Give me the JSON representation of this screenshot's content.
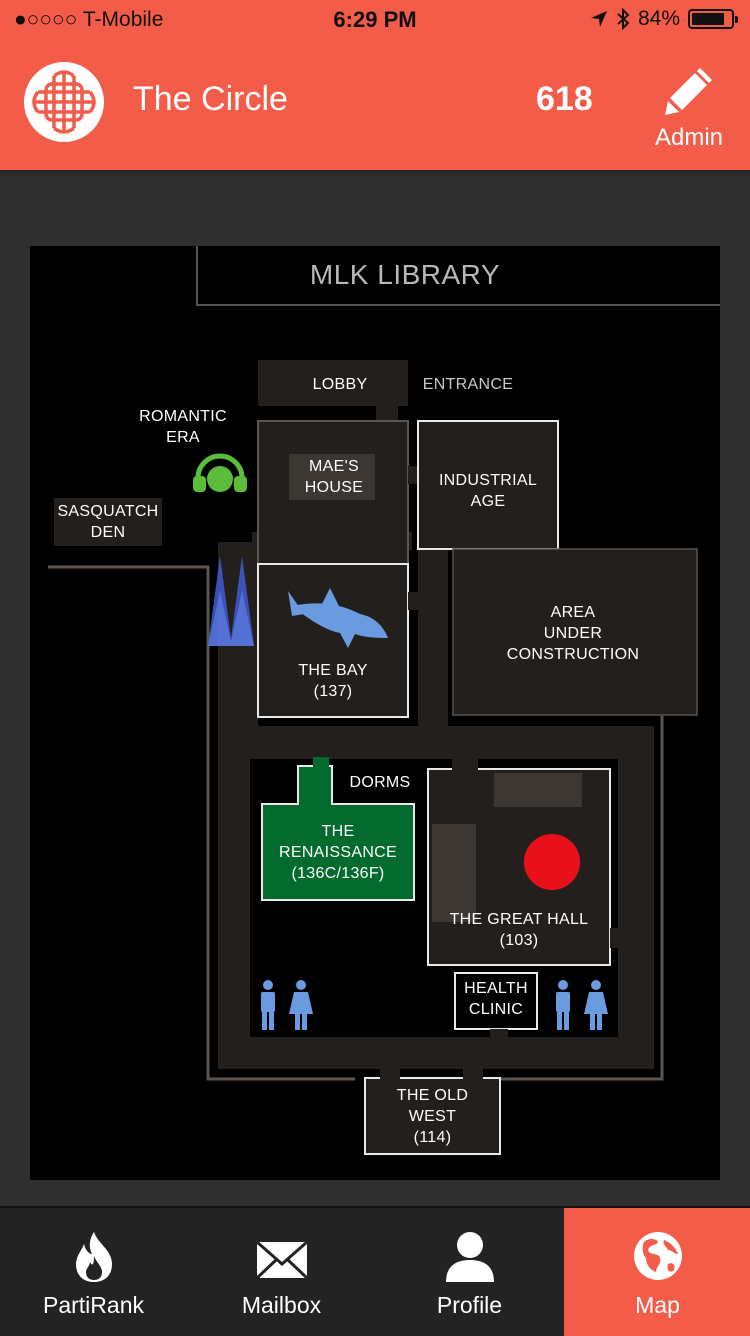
{
  "status_bar": {
    "carrier": "●○○○○ T-Mobile",
    "time": "6:29 PM",
    "battery": "84%",
    "battery_level": 0.84
  },
  "header": {
    "title": "The Circle",
    "points": "618",
    "admin_label": "Admin"
  },
  "map": {
    "building_name": "MLK LIBRARY",
    "lobby": "LOBBY",
    "entrance": "ENTRANCE",
    "romantic_era": [
      "ROMANTIC",
      "ERA"
    ],
    "sasquatch_den": [
      "SASQUATCH",
      "DEN"
    ],
    "maes_house": [
      "MAE'S",
      "HOUSE"
    ],
    "industrial_age": [
      "INDUSTRIAL",
      "AGE"
    ],
    "area_under_construction": [
      "AREA",
      "UNDER",
      "CONSTRUCTION"
    ],
    "the_bay": [
      "THE BAY",
      "(137)"
    ],
    "dorms": "DORMS",
    "renaissance": [
      "THE",
      "RENAISSANCE",
      "(136C/136F)"
    ],
    "great_hall": [
      "THE GREAT HALL",
      "(103)"
    ],
    "health_clinic": [
      "HEALTH",
      "CLINIC"
    ],
    "old_west": [
      "THE OLD",
      "WEST",
      "(114)"
    ]
  },
  "tabs": [
    {
      "label": "PartiRank",
      "icon": "flame-icon"
    },
    {
      "label": "Mailbox",
      "icon": "envelope-icon"
    },
    {
      "label": "Profile",
      "icon": "person-icon"
    },
    {
      "label": "Map",
      "icon": "globe-icon",
      "active": true
    }
  ],
  "colors": {
    "accent": "#f25c48",
    "tab_bar": "#232323",
    "renaissance_green": "#046b2f",
    "headphones_green": "#5bbd3b",
    "shark_blue": "#6a9ae0",
    "red_marker": "#e8111b"
  }
}
